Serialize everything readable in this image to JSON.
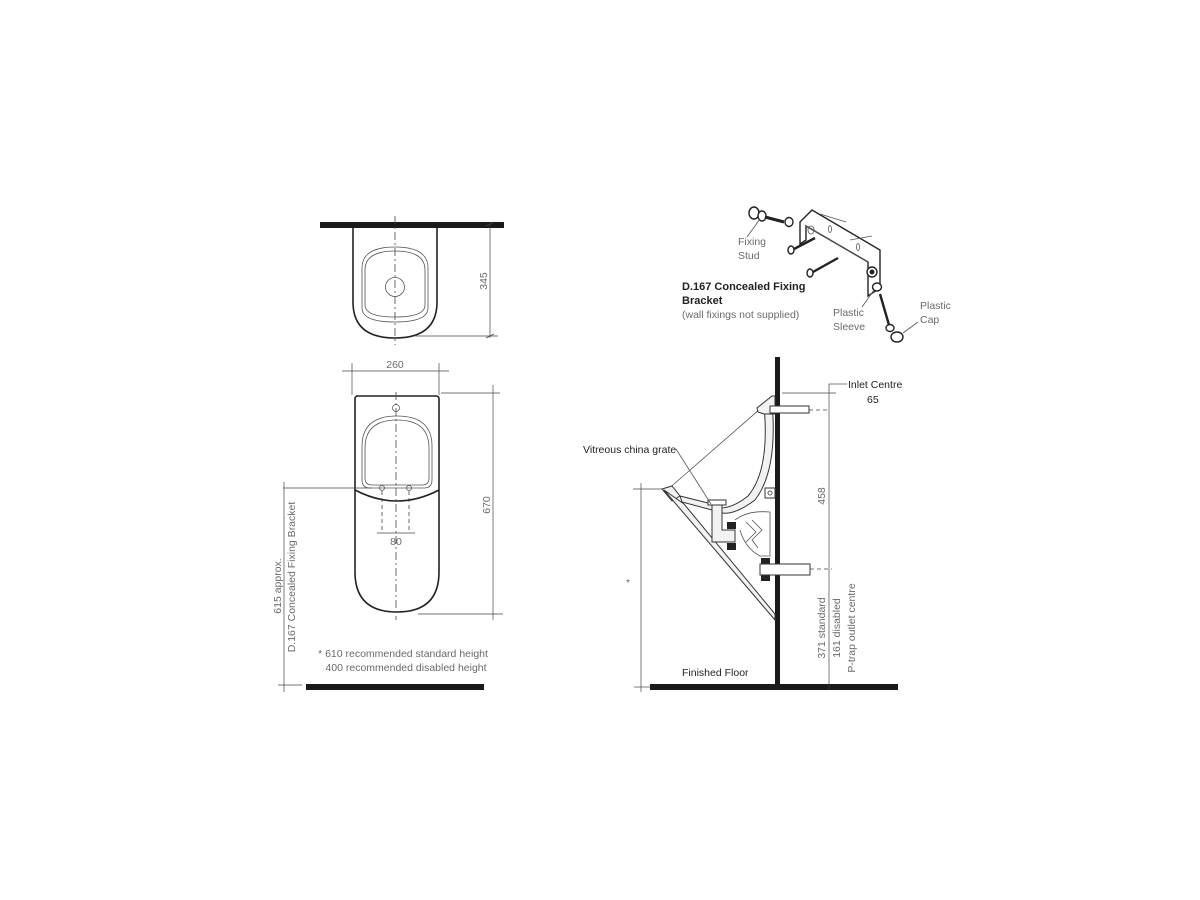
{
  "plan_view": {
    "depth_dim": "345"
  },
  "front_view": {
    "width_dim": "260",
    "height_dim": "670",
    "outlet_spacing_dim": "80",
    "bracket_height_dim": "615 approx.",
    "bracket_label": "D.167 Concealed Fixing Bracket",
    "note_line1": "* 610 recommended standard height",
    "note_line2": "400 recommended disabled height"
  },
  "bracket_detail": {
    "title_line1": "D.167 Concealed Fixing",
    "title_line2": "Bracket",
    "subtitle": "(wall fixings not supplied)",
    "labels": {
      "fixing_stud_1": "Fixing",
      "fixing_stud_2": "Stud",
      "plastic_sleeve_1": "Plastic",
      "plastic_sleeve_2": "Sleeve",
      "plastic_cap_1": "Plastic",
      "plastic_cap_2": "Cap"
    }
  },
  "side_view": {
    "inlet_label": "Inlet Centre",
    "inlet_dim": "65",
    "grate_label": "Vitreous china grate",
    "vertical_dim": "458",
    "standard_dim": "371 standard",
    "disabled_dim": "161 disabled",
    "outlet_label": "P-trap outlet centre",
    "floor_label": "Finished Floor",
    "asterisk": "*"
  },
  "colors": {
    "line": "#222222",
    "annotation": "#6a6a6a",
    "background": "#ffffff"
  }
}
